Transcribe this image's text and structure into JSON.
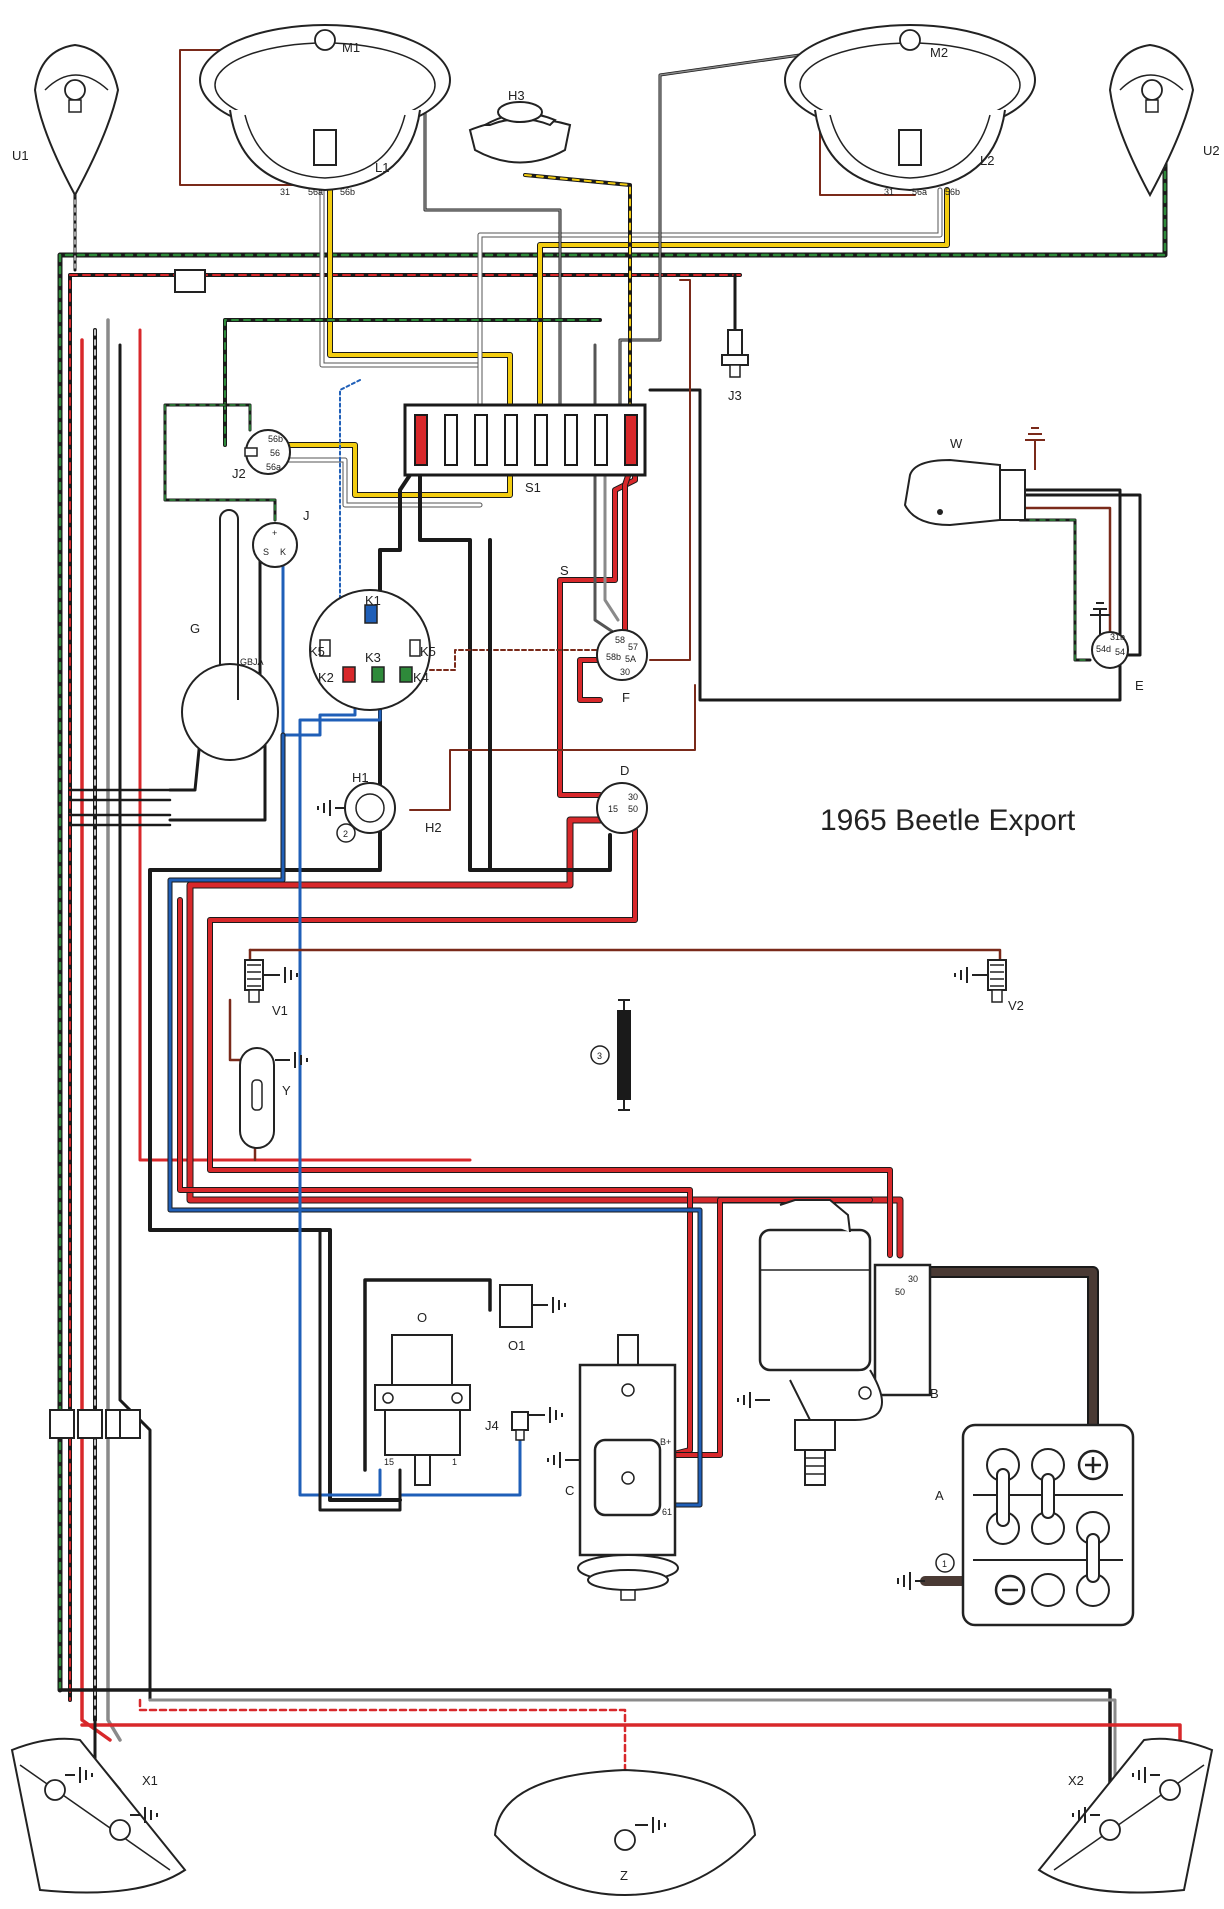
{
  "title": "1965 Beetle Export",
  "labels": {
    "U1": "U1",
    "U2": "U2",
    "M1": "M1",
    "M2": "M2",
    "H3": "H3",
    "L1": "L1",
    "L2": "L2",
    "J3": "J3",
    "J2": "J2",
    "J": "J",
    "S1": "S1",
    "S": "S",
    "W": "W",
    "G": "G",
    "K1": "K1",
    "K2": "K2",
    "K3": "K3",
    "K4": "K4",
    "K5a": "K5",
    "K5b": "K5",
    "F": "F",
    "E": "E",
    "H1": "H1",
    "H2": "H2",
    "D": "D",
    "V1": "V1",
    "V2": "V2",
    "Y": "Y",
    "O": "O",
    "O1": "O1",
    "J4": "J4",
    "C": "C",
    "B": "B",
    "A": "A",
    "X1": "X1",
    "X2": "X2",
    "Z": "Z"
  },
  "terminals": {
    "L1_31": "31",
    "L1_56a": "56a",
    "L1_56b": "56b",
    "L2_31": "31",
    "L2_56a": "56a",
    "L2_56b": "56b",
    "J2_56b": "56b",
    "J2_56": "56",
    "J2_56a": "56a",
    "J_plus": "+",
    "J_S": "S",
    "J_K": "K",
    "G_GBJA": "GBJA",
    "F_58": "58",
    "F_57": "57",
    "F_58b": "58b",
    "F_30": "30",
    "F_5A": "5A",
    "E_31b": "31b",
    "E_54d": "54d",
    "E_54": "54",
    "D_30": "30",
    "D_15": "15",
    "D_50": "50",
    "B_30": "30",
    "B_50": "50",
    "O_15": "15",
    "O_1": "1",
    "C_B": "B+",
    "C_61": "61"
  },
  "callouts": {
    "c1": "1",
    "c2": "2",
    "c3": "3"
  },
  "colors": {
    "red": "#d8282b",
    "yellow": "#f2cc10",
    "blue": "#1f5fb8",
    "green": "#2e8a3a",
    "black": "#1a1a1a",
    "brown": "#7a2a1a",
    "grey": "#8a8a8a",
    "white_outline": "#555555"
  }
}
